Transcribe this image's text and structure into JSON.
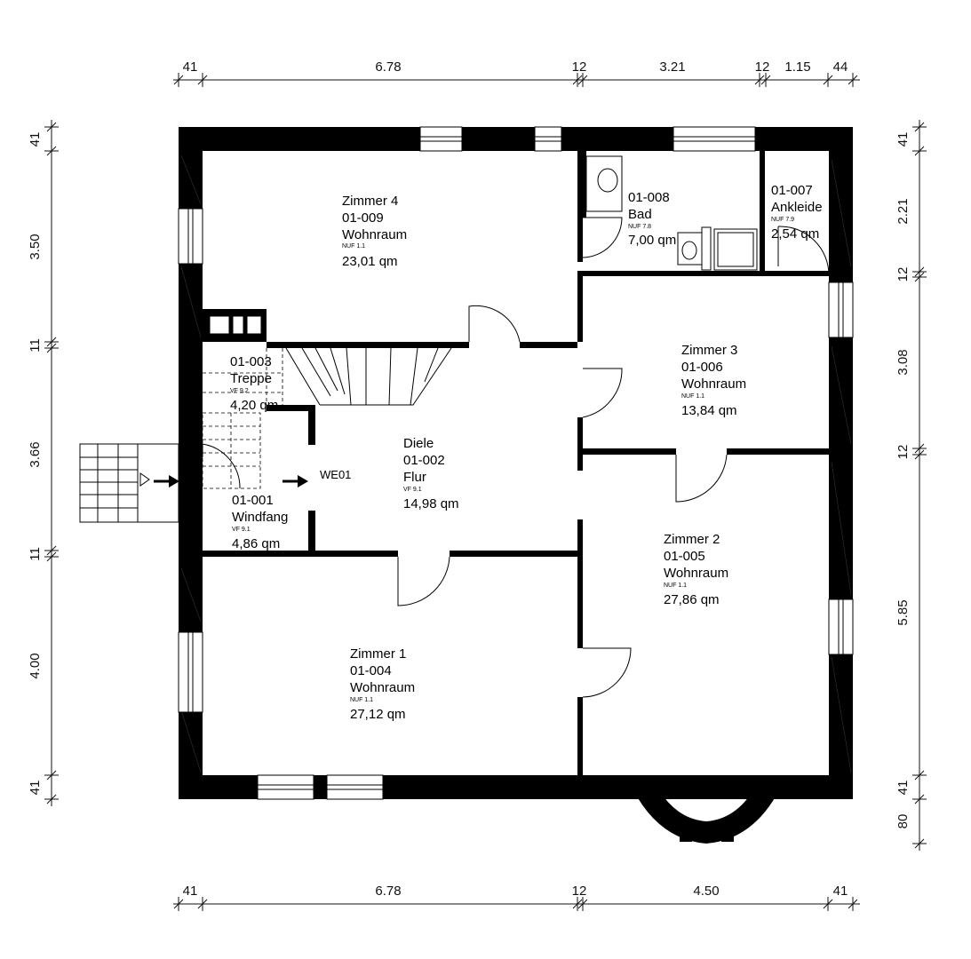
{
  "dimensions": {
    "top": [
      "41",
      "6.78",
      "12",
      "3.21",
      "12",
      "1.15",
      "44"
    ],
    "bottom": [
      "41",
      "6.78",
      "12",
      "4.50",
      "41"
    ],
    "left": [
      "41",
      "3.50",
      "11",
      "3.66",
      "11",
      "4.00",
      "41"
    ],
    "right": [
      "41",
      "2.21",
      "12",
      "3.08",
      "12",
      "5.85",
      "41",
      "80"
    ]
  },
  "rooms": [
    {
      "name": "Zimmer 4",
      "id": "01-009",
      "use": "Wohnraum",
      "code": "NUF 1.1",
      "area": "23,01 qm"
    },
    {
      "id": "01-008",
      "name": "Bad",
      "code": "NUF 7.8",
      "area": "7,00 qm"
    },
    {
      "id": "01-007",
      "name": "Ankleide",
      "code": "NUF 7.9",
      "area": "2,54 qm"
    },
    {
      "name": "Zimmer 3",
      "id": "01-006",
      "use": "Wohnraum",
      "code": "NUF 1.1",
      "area": "13,84 qm"
    },
    {
      "id": "01-003",
      "name": "Treppe",
      "code": "VF 9.2",
      "area": "4,20 qm"
    },
    {
      "name": "Diele",
      "id": "01-002",
      "use": "Flur",
      "code": "VF 9.1",
      "area": "14,98 qm"
    },
    {
      "id": "01-001",
      "name": "Windfang",
      "code": "VF 9.1",
      "area": "4,86 qm"
    },
    {
      "name": "Zimmer 2",
      "id": "01-005",
      "use": "Wohnraum",
      "code": "NUF 1.1",
      "area": "27,86 qm"
    },
    {
      "name": "Zimmer 1",
      "id": "01-004",
      "use": "Wohnraum",
      "code": "NUF 1.1",
      "area": "27,12 qm"
    }
  ],
  "entrance_label": "WE01"
}
